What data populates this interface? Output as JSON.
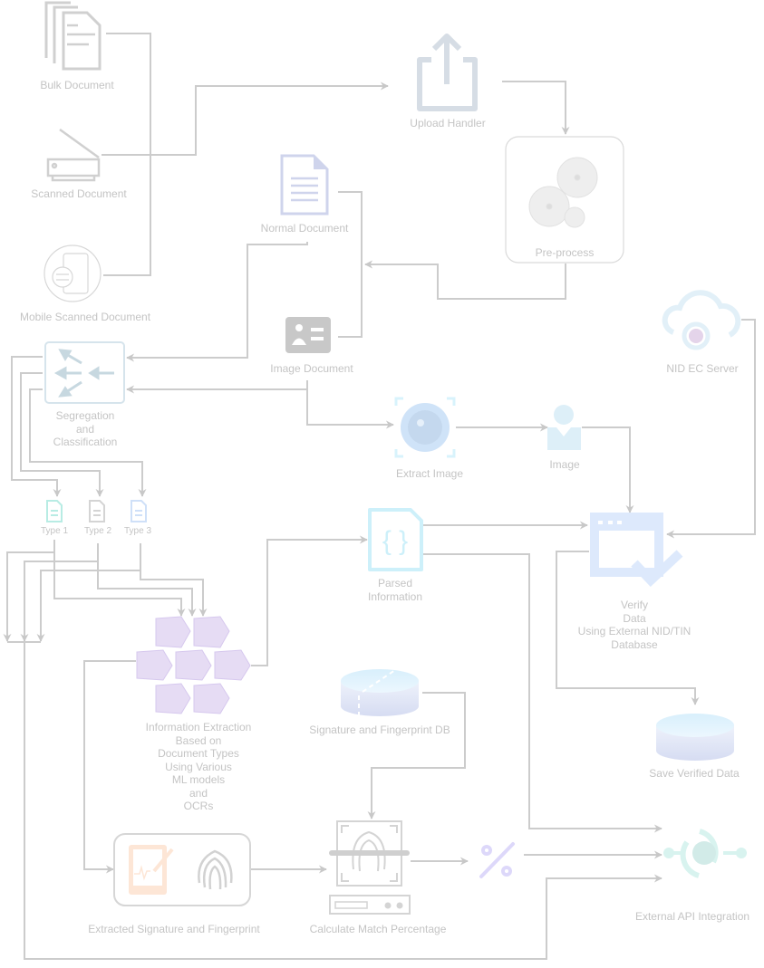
{
  "diagram": {
    "line_color": "#cccccc",
    "label_color": "#c4c4c4",
    "nodes": {
      "bulk_document": {
        "label": "Bulk Document",
        "icon": "stacked-documents-icon"
      },
      "scanned_document": {
        "label": "Scanned Document",
        "icon": "scanner-icon"
      },
      "mobile_scanned_document": {
        "label": "Mobile Scanned Document",
        "icon": "mobile-scan-icon"
      },
      "upload_handler": {
        "label": "Upload Handler",
        "icon": "upload-icon"
      },
      "pre_process": {
        "label": "Pre-process",
        "icon": "gears-icon"
      },
      "normal_document": {
        "label": "Normal Document",
        "icon": "document-icon"
      },
      "image_document": {
        "label": "Image Document",
        "icon": "id-card-icon"
      },
      "nid_ec_server": {
        "label": "NID EC Server",
        "icon": "cloud-server-icon"
      },
      "segregation": {
        "label": "Segregation\nand\nClassification",
        "icon": "split-arrows-icon"
      },
      "extract_image": {
        "label": "Extract Image",
        "icon": "camera-lens-icon"
      },
      "image": {
        "label": "Image",
        "icon": "person-icon"
      },
      "type1": {
        "label": "Type 1",
        "icon": "document-type-icon",
        "color": "#b8ece4"
      },
      "type2": {
        "label": "Type 2",
        "icon": "document-type-icon",
        "color": "#d4d4d4"
      },
      "type3": {
        "label": "Type 3",
        "icon": "document-type-icon",
        "color": "#cfe0f8"
      },
      "parsed_information": {
        "label": "Parsed\nInformation",
        "icon": "json-file-icon"
      },
      "verify_data": {
        "label": "Verify\nData\nUsing External NID/TIN\nDatabase",
        "icon": "window-check-icon"
      },
      "information_extraction": {
        "label": "Information Extraction\nBased on\nDocument Types\nUsing Various\nML models\nand\nOCRs",
        "icon": "containers-icon"
      },
      "signature_fingerprint_db": {
        "label": "Signature and Fingerprint DB",
        "icon": "database-icon"
      },
      "save_verified_data": {
        "label": "Save Verified Data",
        "icon": "database-icon"
      },
      "extracted_signature_fingerprint": {
        "label": "Extracted Signature and Fingerprint",
        "icon": "signature-fingerprint-icon"
      },
      "calculate_match_percentage": {
        "label": "Calculate Match Percentage",
        "icon": "fingerprint-scanner-icon"
      },
      "percentage": {
        "label": "",
        "icon": "percent-icon"
      },
      "external_api_integration": {
        "label": "External API Integration",
        "icon": "api-hub-icon"
      }
    }
  }
}
